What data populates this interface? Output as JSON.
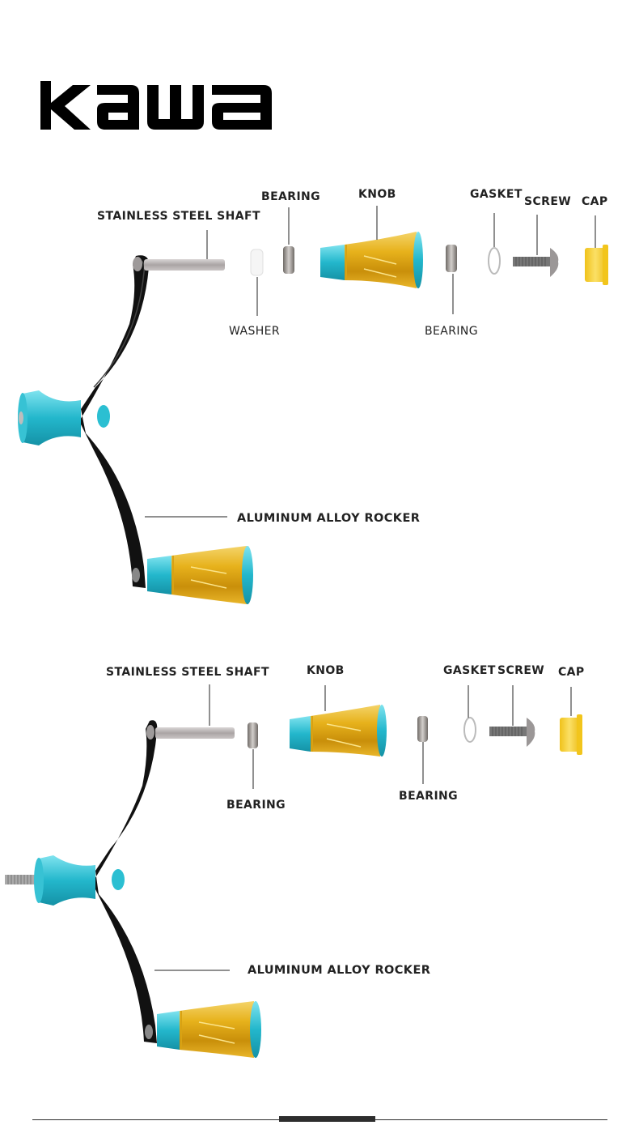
{
  "brand": {
    "logo_text": "KAWA"
  },
  "colors": {
    "rocker": "#111111",
    "knob_gold": "#e8b520",
    "knob_teal": "#2fc6d8",
    "steel": "#b8b3b3",
    "cap_yellow": "#f5cc2a",
    "text": "#222222"
  },
  "diagrams": [
    {
      "labels": {
        "shaft": "STAINLESS  STEEL  SHAFT",
        "bearing_top": "BEARING",
        "knob": "KNOB",
        "gasket": "GASKET",
        "screw": "SCREW",
        "cap": "CAP",
        "washer": "WASHER",
        "bearing_bottom": "BEARING",
        "rocker": "ALUMINUM ALLOY  ROCKER"
      }
    },
    {
      "labels": {
        "shaft": "STAINLESS  STEEL  SHAFT",
        "knob": "KNOB",
        "gasket": "GASKET",
        "screw": "SCREW",
        "cap": "CAP",
        "bearing_left": "BEARING",
        "bearing_right": "BEARING",
        "rocker": "ALUMINUM ALLOY  ROCKER"
      }
    }
  ]
}
